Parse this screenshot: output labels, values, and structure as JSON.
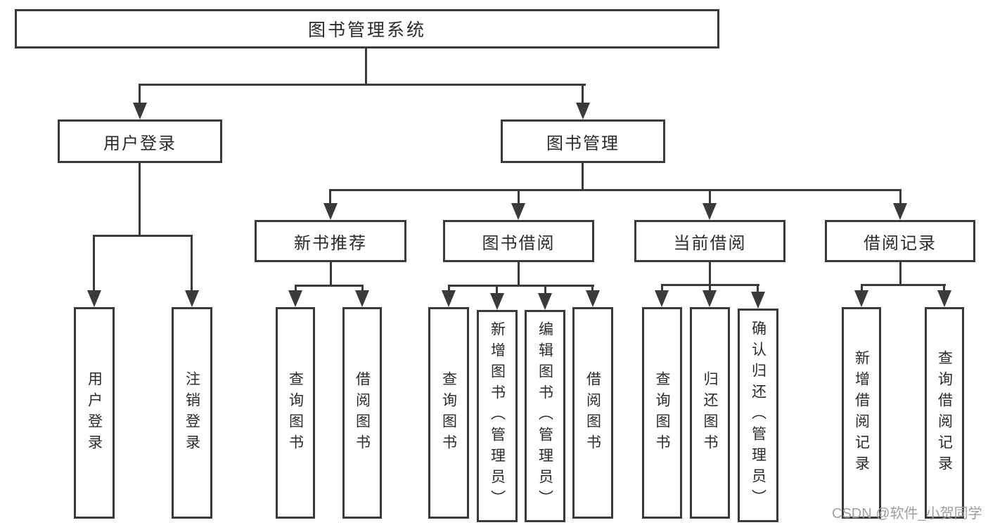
{
  "diagram_type": "hierarchy-tree",
  "tree": {
    "label": "图书管理系统",
    "children": [
      {
        "label": "用户登录",
        "children": [
          {
            "label": "用户登录"
          },
          {
            "label": "注销登录"
          }
        ]
      },
      {
        "label": "图书管理",
        "children": [
          {
            "label": "新书推荐",
            "children": [
              {
                "label": "查询图书"
              },
              {
                "label": "借阅图书"
              }
            ]
          },
          {
            "label": "图书借阅",
            "children": [
              {
                "label": "查询图书"
              },
              {
                "label": "新增图书（管理员）"
              },
              {
                "label": "编辑图书（管理员）"
              },
              {
                "label": "借阅图书"
              }
            ]
          },
          {
            "label": "当前借阅",
            "children": [
              {
                "label": "查询图书"
              },
              {
                "label": "归还图书"
              },
              {
                "label": "确认归还（管理员）"
              }
            ]
          },
          {
            "label": "借阅记录",
            "children": [
              {
                "label": "新增借阅记录"
              },
              {
                "label": "查询借阅记录"
              }
            ]
          }
        ]
      }
    ]
  },
  "watermark": {
    "text": "CSDN @软件_小贺同学"
  },
  "colors": {
    "line": "#3a3a3a",
    "text": "#2b2b2b",
    "box_background": "#ffffff",
    "page_background": "#ffffff",
    "watermark": "#9f9f9f"
  }
}
